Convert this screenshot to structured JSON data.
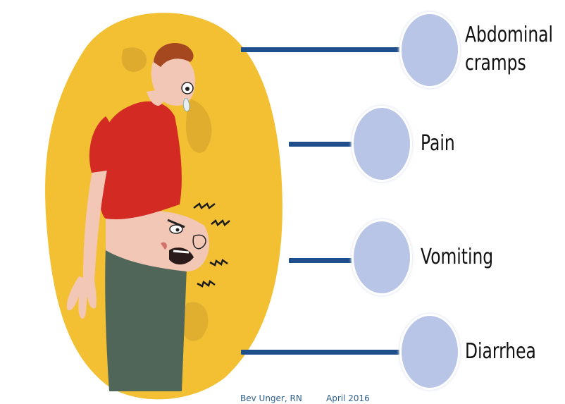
{
  "illustration": {
    "subject": "man-with-stomach-ache-icon"
  },
  "symptoms": [
    {
      "label_lines": [
        "Abdominal",
        "cramps"
      ]
    },
    {
      "label_lines": [
        "Pain"
      ]
    },
    {
      "label_lines": [
        "Vomiting"
      ]
    },
    {
      "label_lines": [
        "Diarrhea"
      ]
    }
  ],
  "footer": {
    "author": "Bev Unger, RN",
    "date": "April 2016"
  },
  "colors": {
    "blob_yellow": "#f2c032",
    "connector": "#1f4e8c",
    "bubble": "#b8c5e6",
    "shirt": "#d42a24",
    "pants": "#4f6658",
    "footer_text": "#2d5f8e"
  }
}
